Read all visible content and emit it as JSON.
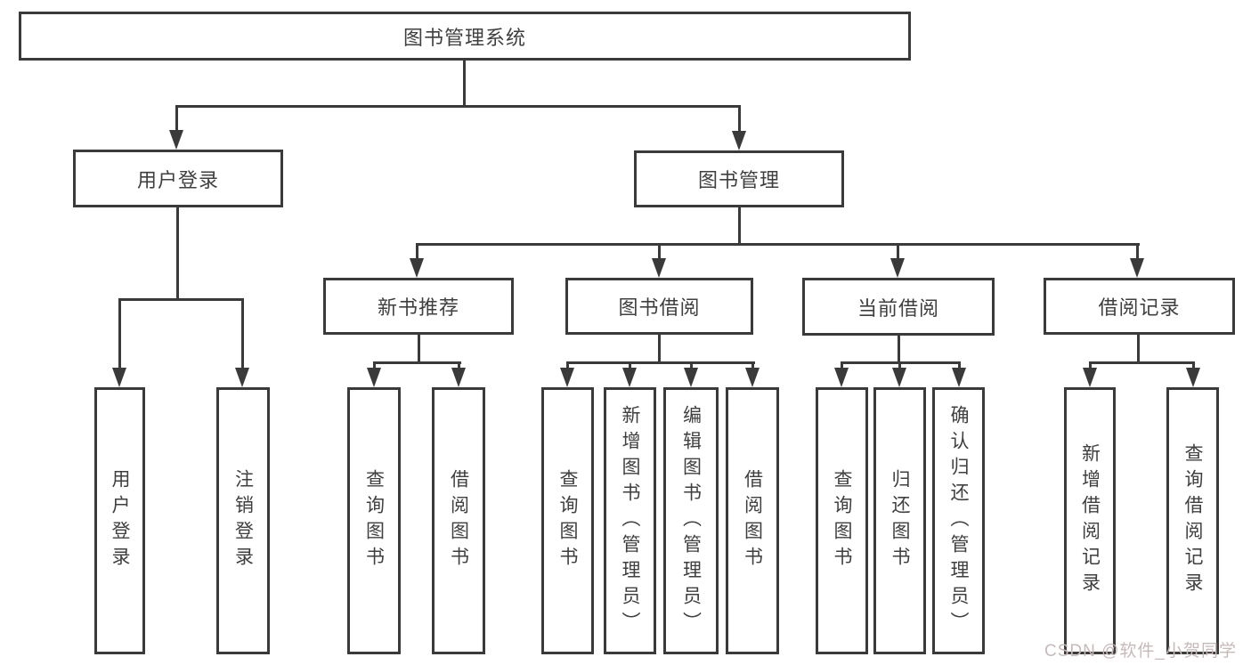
{
  "tree": {
    "label": "图书管理系统",
    "children": [
      {
        "label": "用户登录",
        "children": [
          {
            "label": "用户登录"
          },
          {
            "label": "注销登录"
          }
        ]
      },
      {
        "label": "图书管理",
        "children": [
          {
            "label": "新书推荐",
            "children": [
              {
                "label": "查询图书"
              },
              {
                "label": "借阅图书"
              }
            ]
          },
          {
            "label": "图书借阅",
            "children": [
              {
                "label": "查询图书"
              },
              {
                "label": "新增图书（管理员）"
              },
              {
                "label": "编辑图书（管理员）"
              },
              {
                "label": "借阅图书"
              }
            ]
          },
          {
            "label": "当前借阅",
            "children": [
              {
                "label": "查询图书"
              },
              {
                "label": "归还图书"
              },
              {
                "label": "确认归还（管理员）"
              }
            ]
          },
          {
            "label": "借阅记录",
            "children": [
              {
                "label": "新增借阅记录"
              },
              {
                "label": "查询借阅记录"
              }
            ]
          }
        ]
      }
    ]
  },
  "watermark": {
    "text": "CSDN @软件_小贺同学"
  },
  "colors": {
    "line": "#3a3a3a",
    "text": "#3f3f3f",
    "watermark": "#c8b9b9",
    "background": "#ffffff"
  }
}
